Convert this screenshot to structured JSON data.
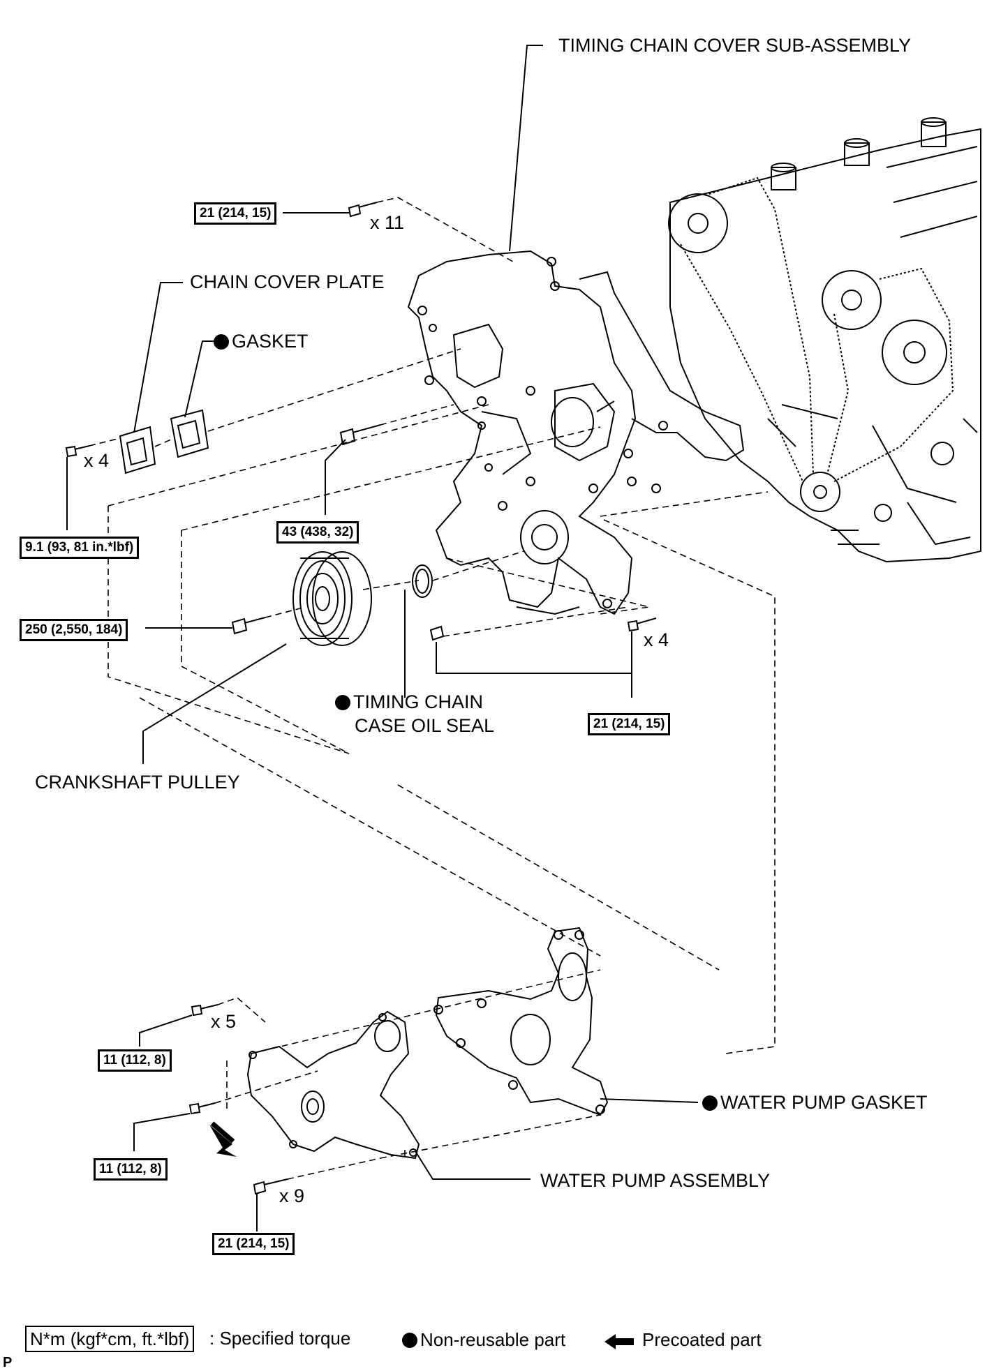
{
  "labels": {
    "timing_chain_cover": "TIMING CHAIN COVER SUB-ASSEMBLY",
    "chain_cover_plate": "CHAIN COVER PLATE",
    "gasket": "GASKET",
    "timing_chain_case_oil_seal_line1": "TIMING CHAIN",
    "timing_chain_case_oil_seal_line2": "CASE OIL SEAL",
    "crankshaft_pulley": "CRANKSHAFT PULLEY",
    "water_pump_gasket": "WATER PUMP GASKET",
    "water_pump_assembly": "WATER PUMP ASSEMBLY"
  },
  "torque_specs": {
    "cover_bolts": "21 (214, 15)",
    "plate_bolts": "9.1 (93, 81 in.*lbf)",
    "stud_bolt": "43 (438, 32)",
    "pulley_bolt": "250 (2,550, 184)",
    "lower_cover_fasteners": "21 (214, 15)",
    "pump_bolts_upper": "11 (112, 8)",
    "pump_bolt_precoated": "11 (112, 8)",
    "pump_bolts_lower": "21 (214, 15)"
  },
  "quantities": {
    "cover_bolts": "x 11",
    "plate_bolts": "x 4",
    "lower_cover_bolts": "x 4",
    "pump_bolts_upper": "x 5",
    "pump_bolts_lower": "x 9"
  },
  "legend": {
    "torque_unit": "N*m (kgf*cm, ft.*lbf)",
    "torque_desc": ": Specified torque",
    "non_reusable": "Non-reusable part",
    "precoated": "Precoated part"
  },
  "page_marker": "P"
}
